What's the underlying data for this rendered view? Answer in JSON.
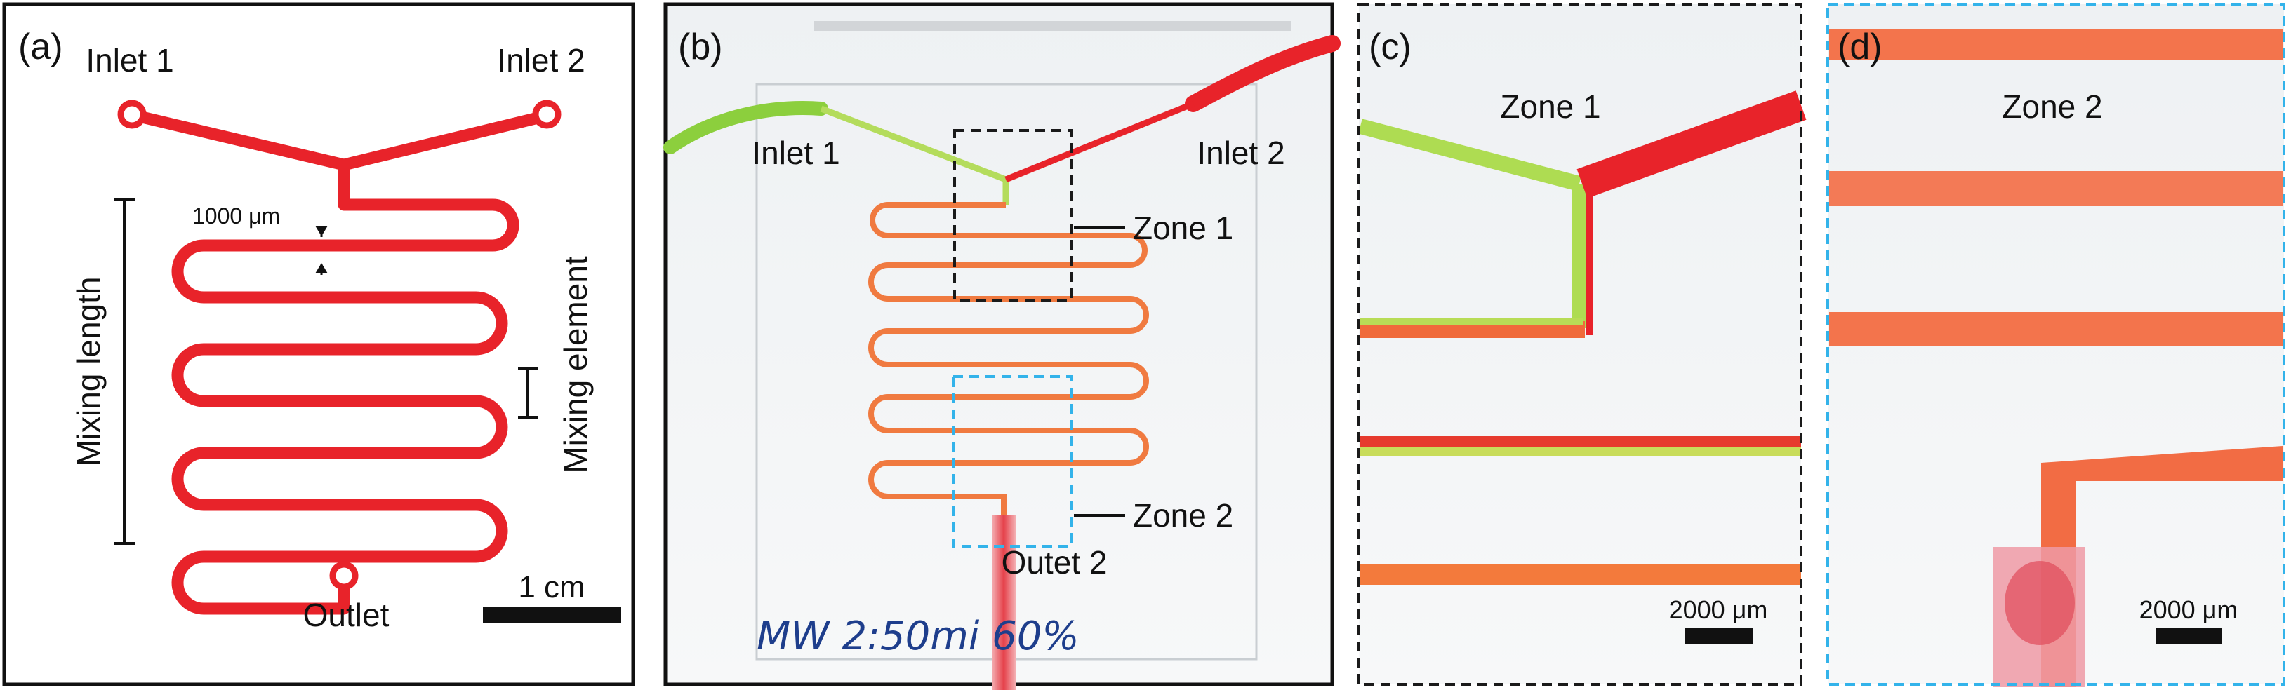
{
  "colors": {
    "channel_red": "#e8232a",
    "zone1_dash": "#1a1a1a",
    "zone2_dash": "#33b3ea",
    "green_fluid": "#a8d34a",
    "orange_fluid": "#f07a40"
  },
  "panel_a": {
    "tag": "(a)",
    "inlet1": "Inlet 1",
    "inlet2": "Inlet 2",
    "outlet": "Outlet",
    "width_note": "1000 μm",
    "mixing_length": "Mixing length",
    "mixing_element": "Mixing element",
    "scale_label": "1 cm"
  },
  "panel_b": {
    "tag": "(b)",
    "inlet1": "Inlet 1",
    "inlet2": "Inlet 2",
    "zone1": "Zone 1",
    "zone2": "Zone 2",
    "outlet": "Outet 2",
    "handwriting": "MW 2:50mi 60%"
  },
  "panel_c": {
    "tag": "(c)",
    "zone": "Zone 1",
    "scale_label": "2000 μm"
  },
  "panel_d": {
    "tag": "(d)",
    "zone": "Zone 2",
    "scale_label": "2000 μm"
  }
}
